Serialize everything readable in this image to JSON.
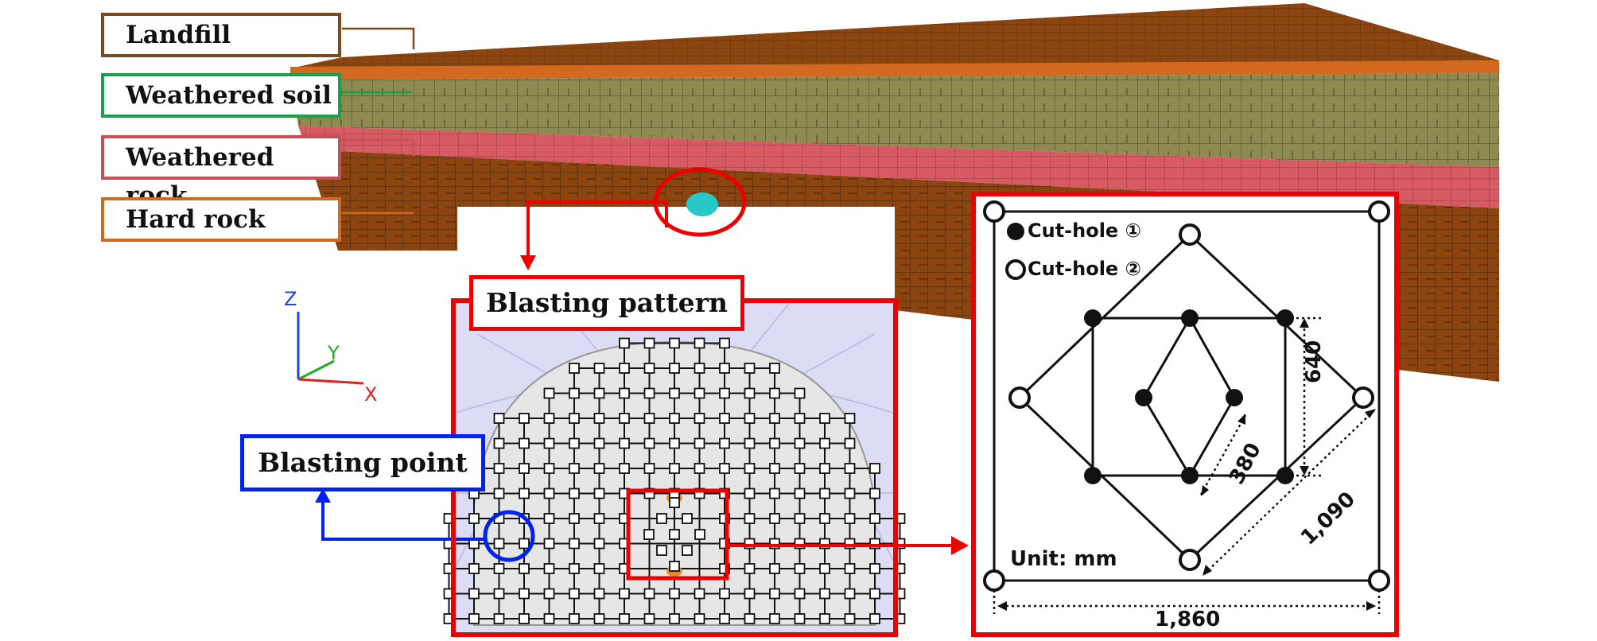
{
  "layers": [
    {
      "label": "Landfill",
      "color": "#7a4a1e"
    },
    {
      "label": "Weathered soil",
      "color": "#1aa04a"
    },
    {
      "label": "Weathered rock",
      "color": "#c5505a"
    },
    {
      "label": "Hard rock",
      "color": "#d2691e"
    }
  ],
  "axes": {
    "z": "Z",
    "y": "Y",
    "x": "X"
  },
  "blasting_pattern": {
    "title": "Blasting pattern"
  },
  "blasting_point": {
    "label": "Blasting point"
  },
  "detail": {
    "legend": {
      "cut1": "Cut-hole ①",
      "cut2": "Cut-hole ②"
    },
    "unit": "Unit: mm",
    "dims": {
      "d640": "640",
      "d380": "380",
      "d1090": "1,090",
      "d1860": "1,860"
    }
  },
  "colors": {
    "callout_red": "#ee0000",
    "callout_blue": "#0022ee",
    "soil_olive": "#8e8a50",
    "rock_red": "#d85a62",
    "hard_brown": "#8d4510",
    "top_orange": "#d2691e",
    "pattern_bg": "#dcdcf4"
  }
}
